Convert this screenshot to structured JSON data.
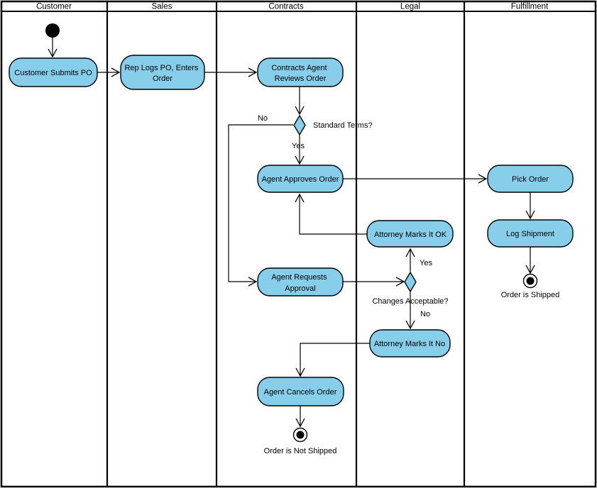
{
  "lanes": [
    {
      "label": "Customer"
    },
    {
      "label": "Sales"
    },
    {
      "label": "Contracts"
    },
    {
      "label": "Legal"
    },
    {
      "label": "Fulfillment"
    }
  ],
  "nodes": {
    "customer_submits_po": {
      "label": "Customer Submits PO"
    },
    "rep_logs_po": {
      "lines": [
        "Rep Logs PO, Enters",
        "Order"
      ]
    },
    "contracts_agent_reviews": {
      "lines": [
        "Contracts Agent",
        "Reviews Order"
      ]
    },
    "agent_approves_order": {
      "label": "Agent Approves Order"
    },
    "attorney_marks_ok": {
      "label": "Attorney Marks It OK"
    },
    "agent_requests_approval": {
      "lines": [
        "Agent Requests",
        "Approval"
      ]
    },
    "attorney_marks_no": {
      "label": "Attorney Marks It No"
    },
    "agent_cancels_order": {
      "label": "Agent Cancels Order"
    },
    "pick_order": {
      "label": "Pick Order"
    },
    "log_shipment": {
      "label": "Log Shipment"
    }
  },
  "decisions": {
    "standard_terms": {
      "question": "Standard Terms?",
      "yes": "Yes",
      "no": "No"
    },
    "changes_acceptable": {
      "question": "Changes Acceptable?",
      "yes": "Yes",
      "no": "No"
    }
  },
  "terminals": {
    "order_shipped": {
      "label": "Order is Shipped"
    },
    "order_not_shipped": {
      "label": "Order is Not Shipped"
    }
  },
  "colors": {
    "node_fill": "#87CEEB",
    "node_stroke": "#000000",
    "lane_stroke": "#000000",
    "background": "#FFFFFF"
  }
}
